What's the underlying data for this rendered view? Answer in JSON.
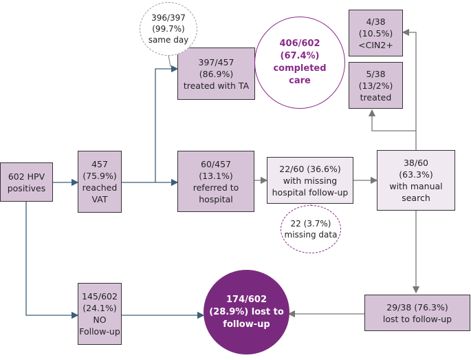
{
  "nodes": {
    "hpv_positives": "602 HPV\npositives",
    "reached_vat": "457\n(75.9%)\nreached\nVAT",
    "no_followup": "145/602\n(24.1%)\nNO\nFollow-up",
    "treated_ta": "397/457\n(86.9%)\ntreated with TA",
    "same_day": "396/397\n(99.7%)\nsame day",
    "referred_hospital": "60/457\n(13.1%)\nreferred to\nhospital",
    "missing_hospital_followup": "22/60 (36.6%)\nwith missing\nhospital follow-up",
    "missing_data": "22 (3.7%)\nmissing data",
    "manual_search": "38/60\n(63.3%)\nwith manual\nsearch",
    "cin2": "4/38\n(10.5%)\n<CIN2+",
    "treated_5_38": "5/38\n(13/2%)\ntreated",
    "completed_care": "406/602\n(67.4%) completed\ncare",
    "lost_29_38": "29/38 (76.3%)\nlost to follow-up",
    "lost_174_602": "174/602\n(28.9%) lost to\nfollow-up"
  },
  "colors": {
    "box_fill": "#d7c3d8",
    "box_light_fill": "#f1e9f2",
    "accent_purple": "#8a2a8a",
    "filled_circle": "#7a2a7e",
    "arrow_blue": "#3a5f7a",
    "arrow_grey": "#777777"
  }
}
